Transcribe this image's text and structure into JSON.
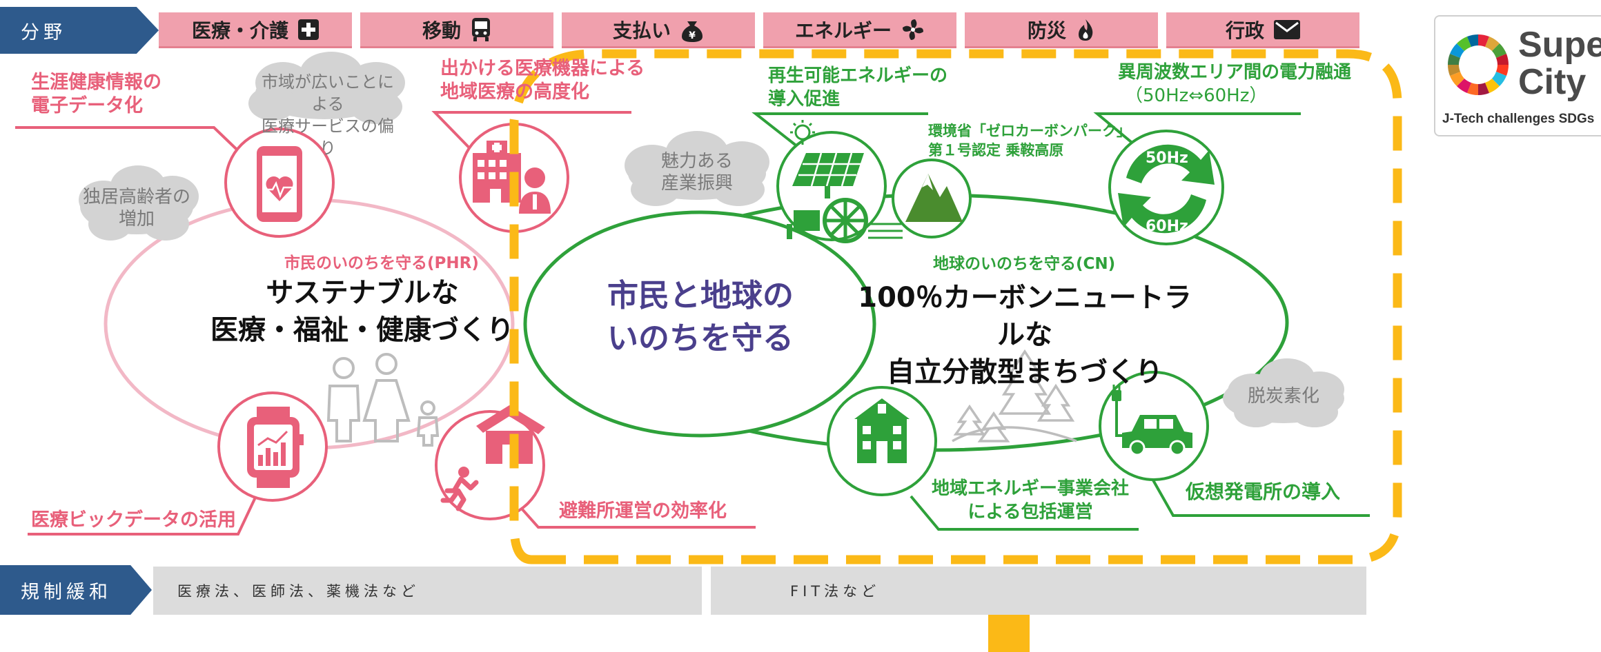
{
  "header": {
    "bunya_label": "分野",
    "categories": [
      {
        "label": "医療・介護",
        "icon": "medical-cross-icon"
      },
      {
        "label": "移動",
        "icon": "bus-icon"
      },
      {
        "label": "支払い",
        "icon": "yen-bag-icon"
      },
      {
        "label": "エネルギー",
        "icon": "fan-icon"
      },
      {
        "label": "防災",
        "icon": "flame-icon"
      },
      {
        "label": "行政",
        "icon": "mail-icon"
      }
    ]
  },
  "logo": {
    "line1": "Super",
    "line2": "City",
    "tagline": "J-Tech challenges SDGs"
  },
  "left": {
    "phr_label": "市民のいのちを守る(PHR)",
    "main_line1": "サステナブルな",
    "main_line2": "医療・福祉・健康づくり",
    "item1_l1": "生涯健康情報の",
    "item1_l2": "電子データ化",
    "item2_l1": "出かける医療機器による",
    "item2_l2": "地域医療の高度化",
    "item3": "医療ビックデータの活用",
    "item4": "避難所運営の効率化"
  },
  "center": {
    "line1": "市民と地球の",
    "line2": "いのちを守る"
  },
  "right": {
    "cn_label": "地球のいのちを守る(CN)",
    "main_line1": "100％カーボンニュートラルな",
    "main_line2": "自立分散型まちづくり",
    "item1_l1": "再生可能エネルギーの",
    "item1_l2": "導入促進",
    "item2_l1": "環境省「ゼロカーボンパーク」",
    "item2_l2": "第１号認定 乗鞍高原",
    "item3_l1": "異周波数エリア間の電力融通",
    "item3_l2": "（50Hz⇔60Hz）",
    "item4_l1": "地域エネルギー事業会社",
    "item4_l2": "による包括運営",
    "item5": "仮想発電所の導入",
    "hz50": "50Hz",
    "hz60": "60Hz"
  },
  "clouds": {
    "c1_l1": "市域が広いことによる",
    "c1_l2": "医療サービスの偏り",
    "c2_l1": "独居高齢者の",
    "c2_l2": "増加",
    "c3_l1": "魅力ある",
    "c3_l2": "産業振興",
    "c4": "脱炭素化"
  },
  "footer": {
    "kisei_label": "規制緩和",
    "box1": "医療法、医師法、薬機法など",
    "box2": "FIT法など"
  },
  "colors": {
    "pink": "#e8607a",
    "green": "#2ea13a",
    "navy": "#2e5a8c",
    "yellow": "#fbb917",
    "purple": "#4a3f8c"
  }
}
